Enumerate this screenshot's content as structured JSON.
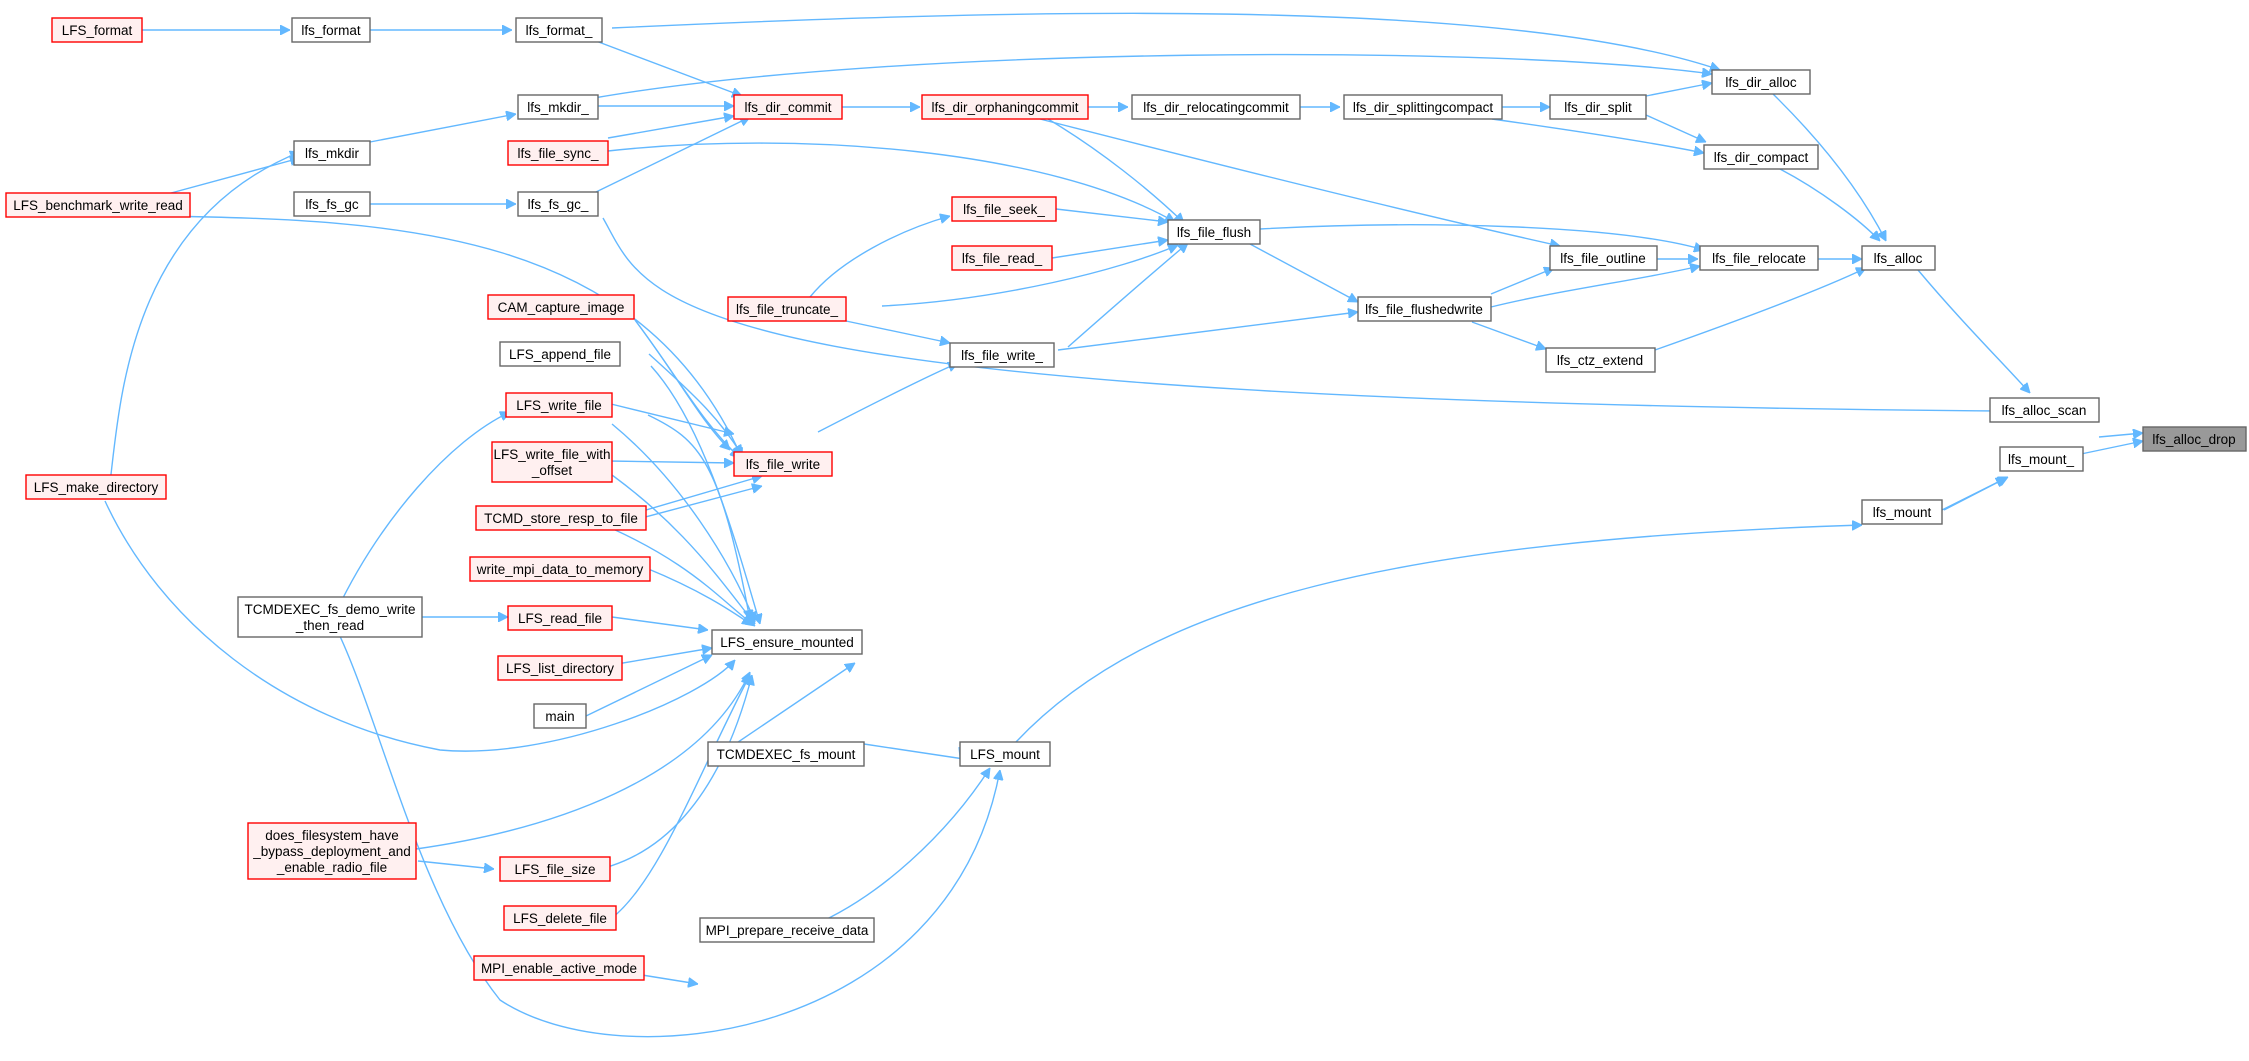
{
  "colors": {
    "edge": "#63b8ff",
    "node_border_default": "#666666",
    "node_fill_default": "#ffffff",
    "node_border_red": "#ff0000",
    "node_fill_red": "#fff0f0",
    "node_fill_root": "#999999",
    "node_border_root": "#666666"
  },
  "nodes": {
    "lfs_alloc_drop": "lfs_alloc_drop",
    "lfs_alloc_scan": "lfs_alloc_scan",
    "lfs_mount_": "lfs_mount_",
    "lfs_alloc": "lfs_alloc",
    "lfs_mount": "lfs_mount",
    "lfs_dir_alloc": "lfs_dir_alloc",
    "lfs_dir_compact": "lfs_dir_compact",
    "lfs_file_relocate": "lfs_file_relocate",
    "lfs_ctz_extend": "lfs_ctz_extend",
    "lfs_dir_split": "lfs_dir_split",
    "lfs_file_outline": "lfs_file_outline",
    "lfs_file_flushedwrite": "lfs_file_flushedwrite",
    "lfs_dir_splittingcompact": "lfs_dir_splittingcompact",
    "lfs_dir_relocatingcommit": "lfs_dir_relocatingcommit",
    "lfs_dir_orphaningcommit": "lfs_dir_orphaningcommit",
    "lfs_dir_commit": "lfs_dir_commit",
    "lfs_file_flush": "lfs_file_flush",
    "lfs_file_write_": "lfs_file_write_",
    "lfs_file_seek_": "lfs_file_seek_",
    "lfs_file_read_": "lfs_file_read_",
    "lfs_file_truncate_": "lfs_file_truncate_",
    "lfs_file_sync_": "lfs_file_sync_",
    "lfs_file_write": "lfs_file_write",
    "lfs_format_i": "lfs_format_",
    "lfs_mkdir_i": "lfs_mkdir_",
    "lfs_fs_gc_i": "lfs_fs_gc_",
    "lfs_format": "lfs_format",
    "LFS_format": "LFS_format",
    "lfs_mkdir": "lfs_mkdir",
    "lfs_fs_gc": "lfs_fs_gc",
    "LFS_benchmark_write_read": "LFS_benchmark_write_read",
    "LFS_make_directory": "LFS_make_directory",
    "CAM_capture_image": "CAM_capture_image",
    "LFS_append_file": "LFS_append_file",
    "LFS_write_file": "LFS_write_file",
    "LFS_write_file_with_offset_1": "LFS_write_file_with",
    "LFS_write_file_with_offset_2": "_offset",
    "TCMD_store_resp_to_file": "TCMD_store_resp_to_file",
    "write_mpi_data_to_memory": "write_mpi_data_to_memory",
    "LFS_read_file": "LFS_read_file",
    "LFS_list_directory": "LFS_list_directory",
    "main": "main",
    "LFS_ensure_mounted": "LFS_ensure_mounted",
    "TCMDEXEC_fs_demo_1": "TCMDEXEC_fs_demo_write",
    "TCMDEXEC_fs_demo_2": "_then_read",
    "TCMDEXEC_fs_mount": "TCMDEXEC_fs_mount",
    "LFS_mount": "LFS_mount",
    "does_fs_1": "does_filesystem_have",
    "does_fs_2": "_bypass_deployment_and",
    "does_fs_3": "_enable_radio_file",
    "LFS_file_size": "LFS_file_size",
    "LFS_delete_file": "LFS_delete_file",
    "MPI_prepare_receive_data": "MPI_prepare_receive_data",
    "MPI_enable_active_mode": "MPI_enable_active_mode"
  }
}
